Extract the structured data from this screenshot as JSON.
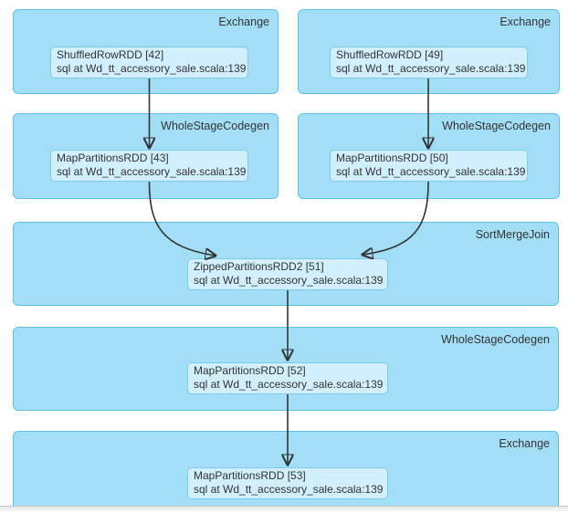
{
  "view": {
    "kind": "spark-stage-dag-visualization"
  },
  "colors": {
    "page_bg": "#ffffff",
    "cluster_fill": "#A2DFF7",
    "cluster_border": "#5EBFE7",
    "node_fill": "#D1EFFD",
    "node_border": "#7ECBEF",
    "text": "#333333",
    "arrow": "#333333",
    "footer_line": "#c6c6c6"
  },
  "clusters": [
    {
      "label": "Exchange"
    },
    {
      "label": "Exchange"
    },
    {
      "label": "WholeStageCodegen"
    },
    {
      "label": "WholeStageCodegen"
    },
    {
      "label": "SortMergeJoin"
    },
    {
      "label": "WholeStageCodegen"
    },
    {
      "label": "Exchange"
    }
  ],
  "nodes": [
    {
      "title": "ShuffledRowRDD [42]",
      "callsite": "sql at Wd_tt_accessory_sale.scala:139"
    },
    {
      "title": "ShuffledRowRDD [49]",
      "callsite": "sql at Wd_tt_accessory_sale.scala:139"
    },
    {
      "title": "MapPartitionsRDD [43]",
      "callsite": "sql at Wd_tt_accessory_sale.scala:139"
    },
    {
      "title": "MapPartitionsRDD [50]",
      "callsite": "sql at Wd_tt_accessory_sale.scala:139"
    },
    {
      "title": "ZippedPartitionsRDD2 [51]",
      "callsite": "sql at Wd_tt_accessory_sale.scala:139"
    },
    {
      "title": "MapPartitionsRDD [52]",
      "callsite": "sql at Wd_tt_accessory_sale.scala:139"
    },
    {
      "title": "MapPartitionsRDD [53]",
      "callsite": "sql at Wd_tt_accessory_sale.scala:139"
    }
  ],
  "edges": [
    {
      "from": "ShuffledRowRDD [42]",
      "to": "MapPartitionsRDD [43]"
    },
    {
      "from": "ShuffledRowRDD [49]",
      "to": "MapPartitionsRDD [50]"
    },
    {
      "from": "MapPartitionsRDD [43]",
      "to": "ZippedPartitionsRDD2 [51]"
    },
    {
      "from": "MapPartitionsRDD [50]",
      "to": "ZippedPartitionsRDD2 [51]"
    },
    {
      "from": "ZippedPartitionsRDD2 [51]",
      "to": "MapPartitionsRDD [52]"
    },
    {
      "from": "MapPartitionsRDD [52]",
      "to": "MapPartitionsRDD [53]"
    }
  ]
}
